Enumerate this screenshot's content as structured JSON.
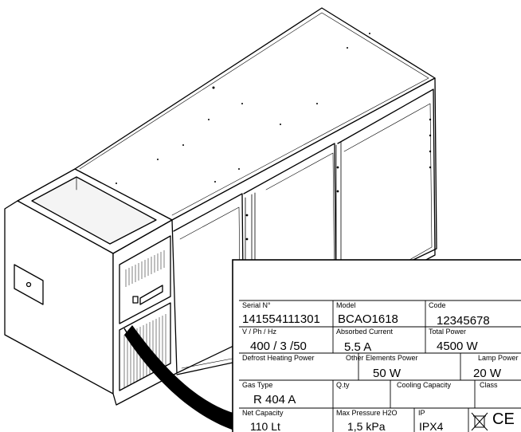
{
  "rating_plate": {
    "serial_label": "Serial N°",
    "serial_value": "141554111301",
    "model_label": "Model",
    "model_value": "BCAO1618",
    "code_label": "Code",
    "code_value": "12345678",
    "voltage_label": "V / Ph / Hz",
    "voltage_value": "400 / 3 /50",
    "current_label": "Absorbed Current",
    "current_value": "5.5 A",
    "total_power_label": "Total Power",
    "total_power_value": "4500 W",
    "defrost_label": "Defrost Heating Power",
    "other_power_label": "Other Elements Power",
    "other_power_value": "50 W",
    "lamp_power_label": "Lamp Power",
    "lamp_power_value": "20 W",
    "gas_type_label": "Gas Type",
    "gas_type_value": "R 404 A",
    "qty_label": "Q.ty",
    "cooling_label": "Cooling Capacity",
    "class_label": "Class",
    "net_capacity_label": "Net Capacity",
    "net_capacity_value": "110 Lt",
    "pressure_label": "Max Pressure H2O",
    "pressure_value": "1,5 kPa",
    "ip_label": "IP",
    "ip_value": "IPX4",
    "ce_mark": "CE"
  }
}
